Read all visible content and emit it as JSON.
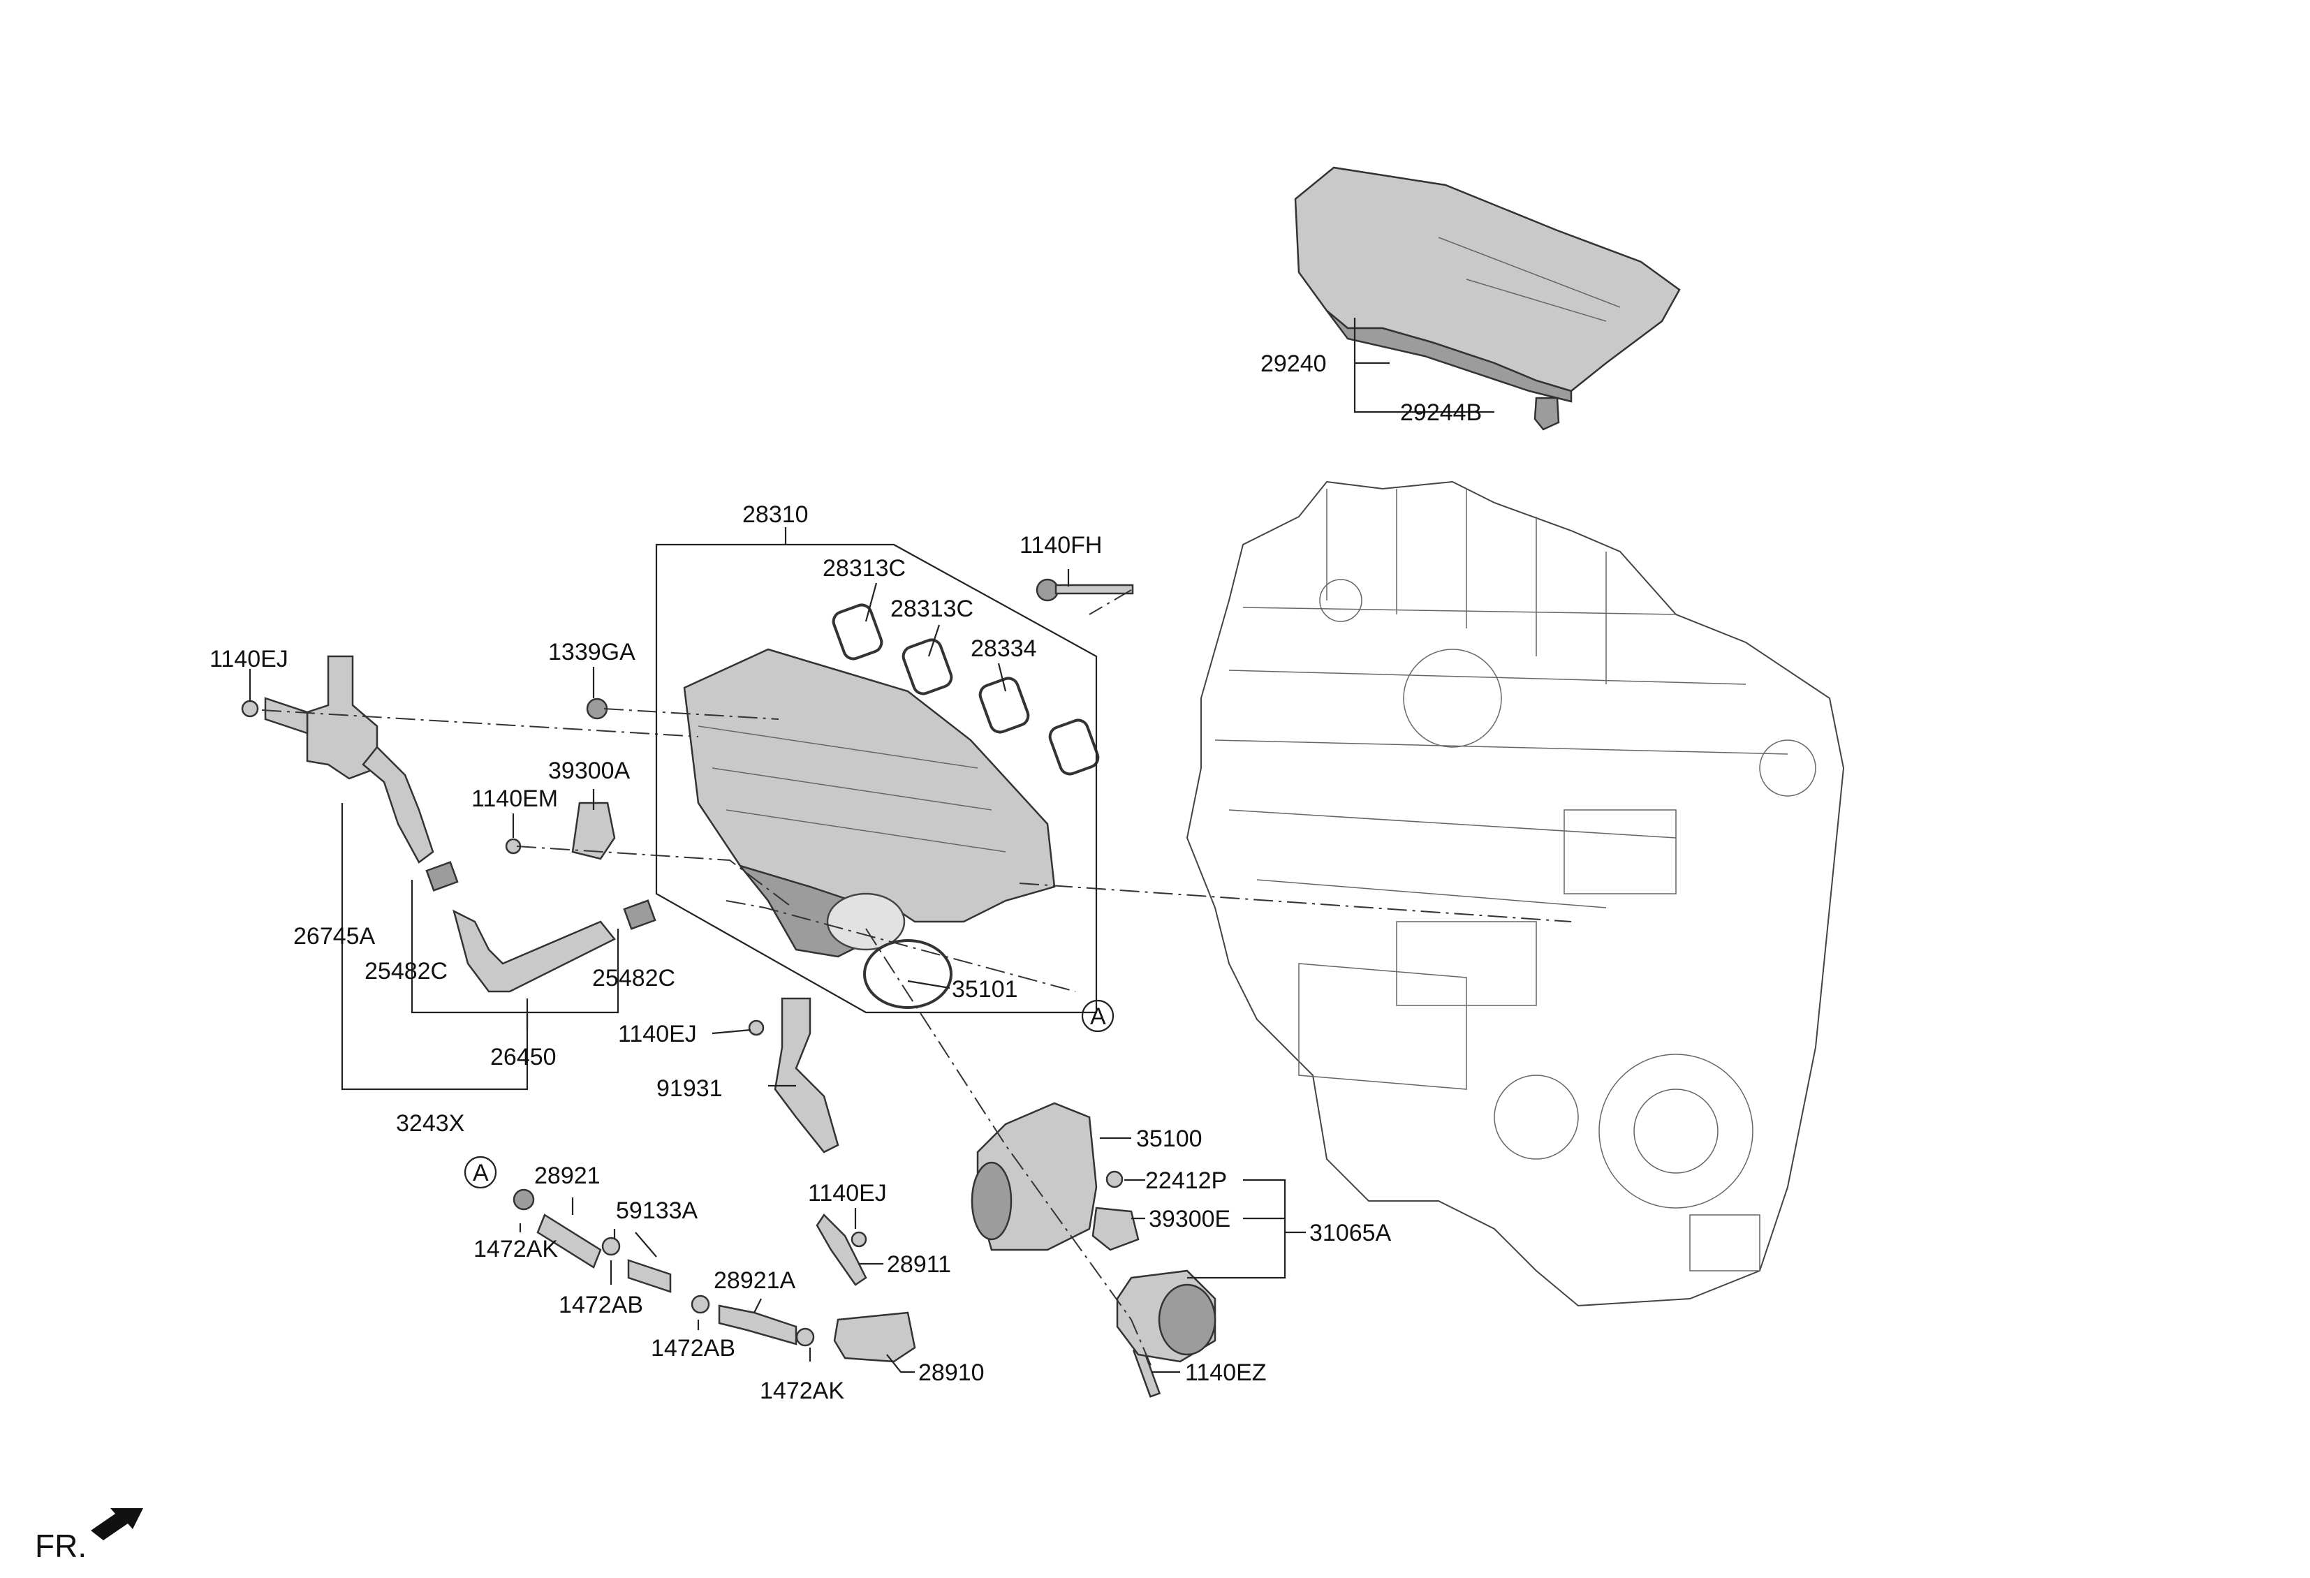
{
  "diagram": {
    "labels": {
      "l29240": "29240",
      "l29244B": "29244B",
      "l28310": "28310",
      "l28313C_1": "28313C",
      "l28313C_2": "28313C",
      "l28334": "28334",
      "l1140FH": "1140FH",
      "l1140EJ_1": "1140EJ",
      "l1339GA": "1339GA",
      "l39300A": "39300A",
      "l1140EM": "1140EM",
      "l26745A": "26745A",
      "l25482C_1": "25482C",
      "l25482C_2": "25482C",
      "l26450": "26450",
      "l3243X": "3243X",
      "l35101": "35101",
      "lA_1": "A",
      "l1140EJ_2": "1140EJ",
      "l91931": "91931",
      "l35100": "35100",
      "l22412P": "22412P",
      "l39300E": "39300E",
      "l31065A": "31065A",
      "l1140EZ": "1140EZ",
      "lA_2": "A",
      "l28921": "28921",
      "l59133A": "59133A",
      "l1472AK_1": "1472AK",
      "l1472AB_1": "1472AB",
      "l28921A": "28921A",
      "l1140EJ_3": "1140EJ",
      "l28911": "28911",
      "l1472AB_2": "1472AB",
      "l1472AK_2": "1472AK",
      "l28910": "28910"
    },
    "front_marker": "FR."
  }
}
